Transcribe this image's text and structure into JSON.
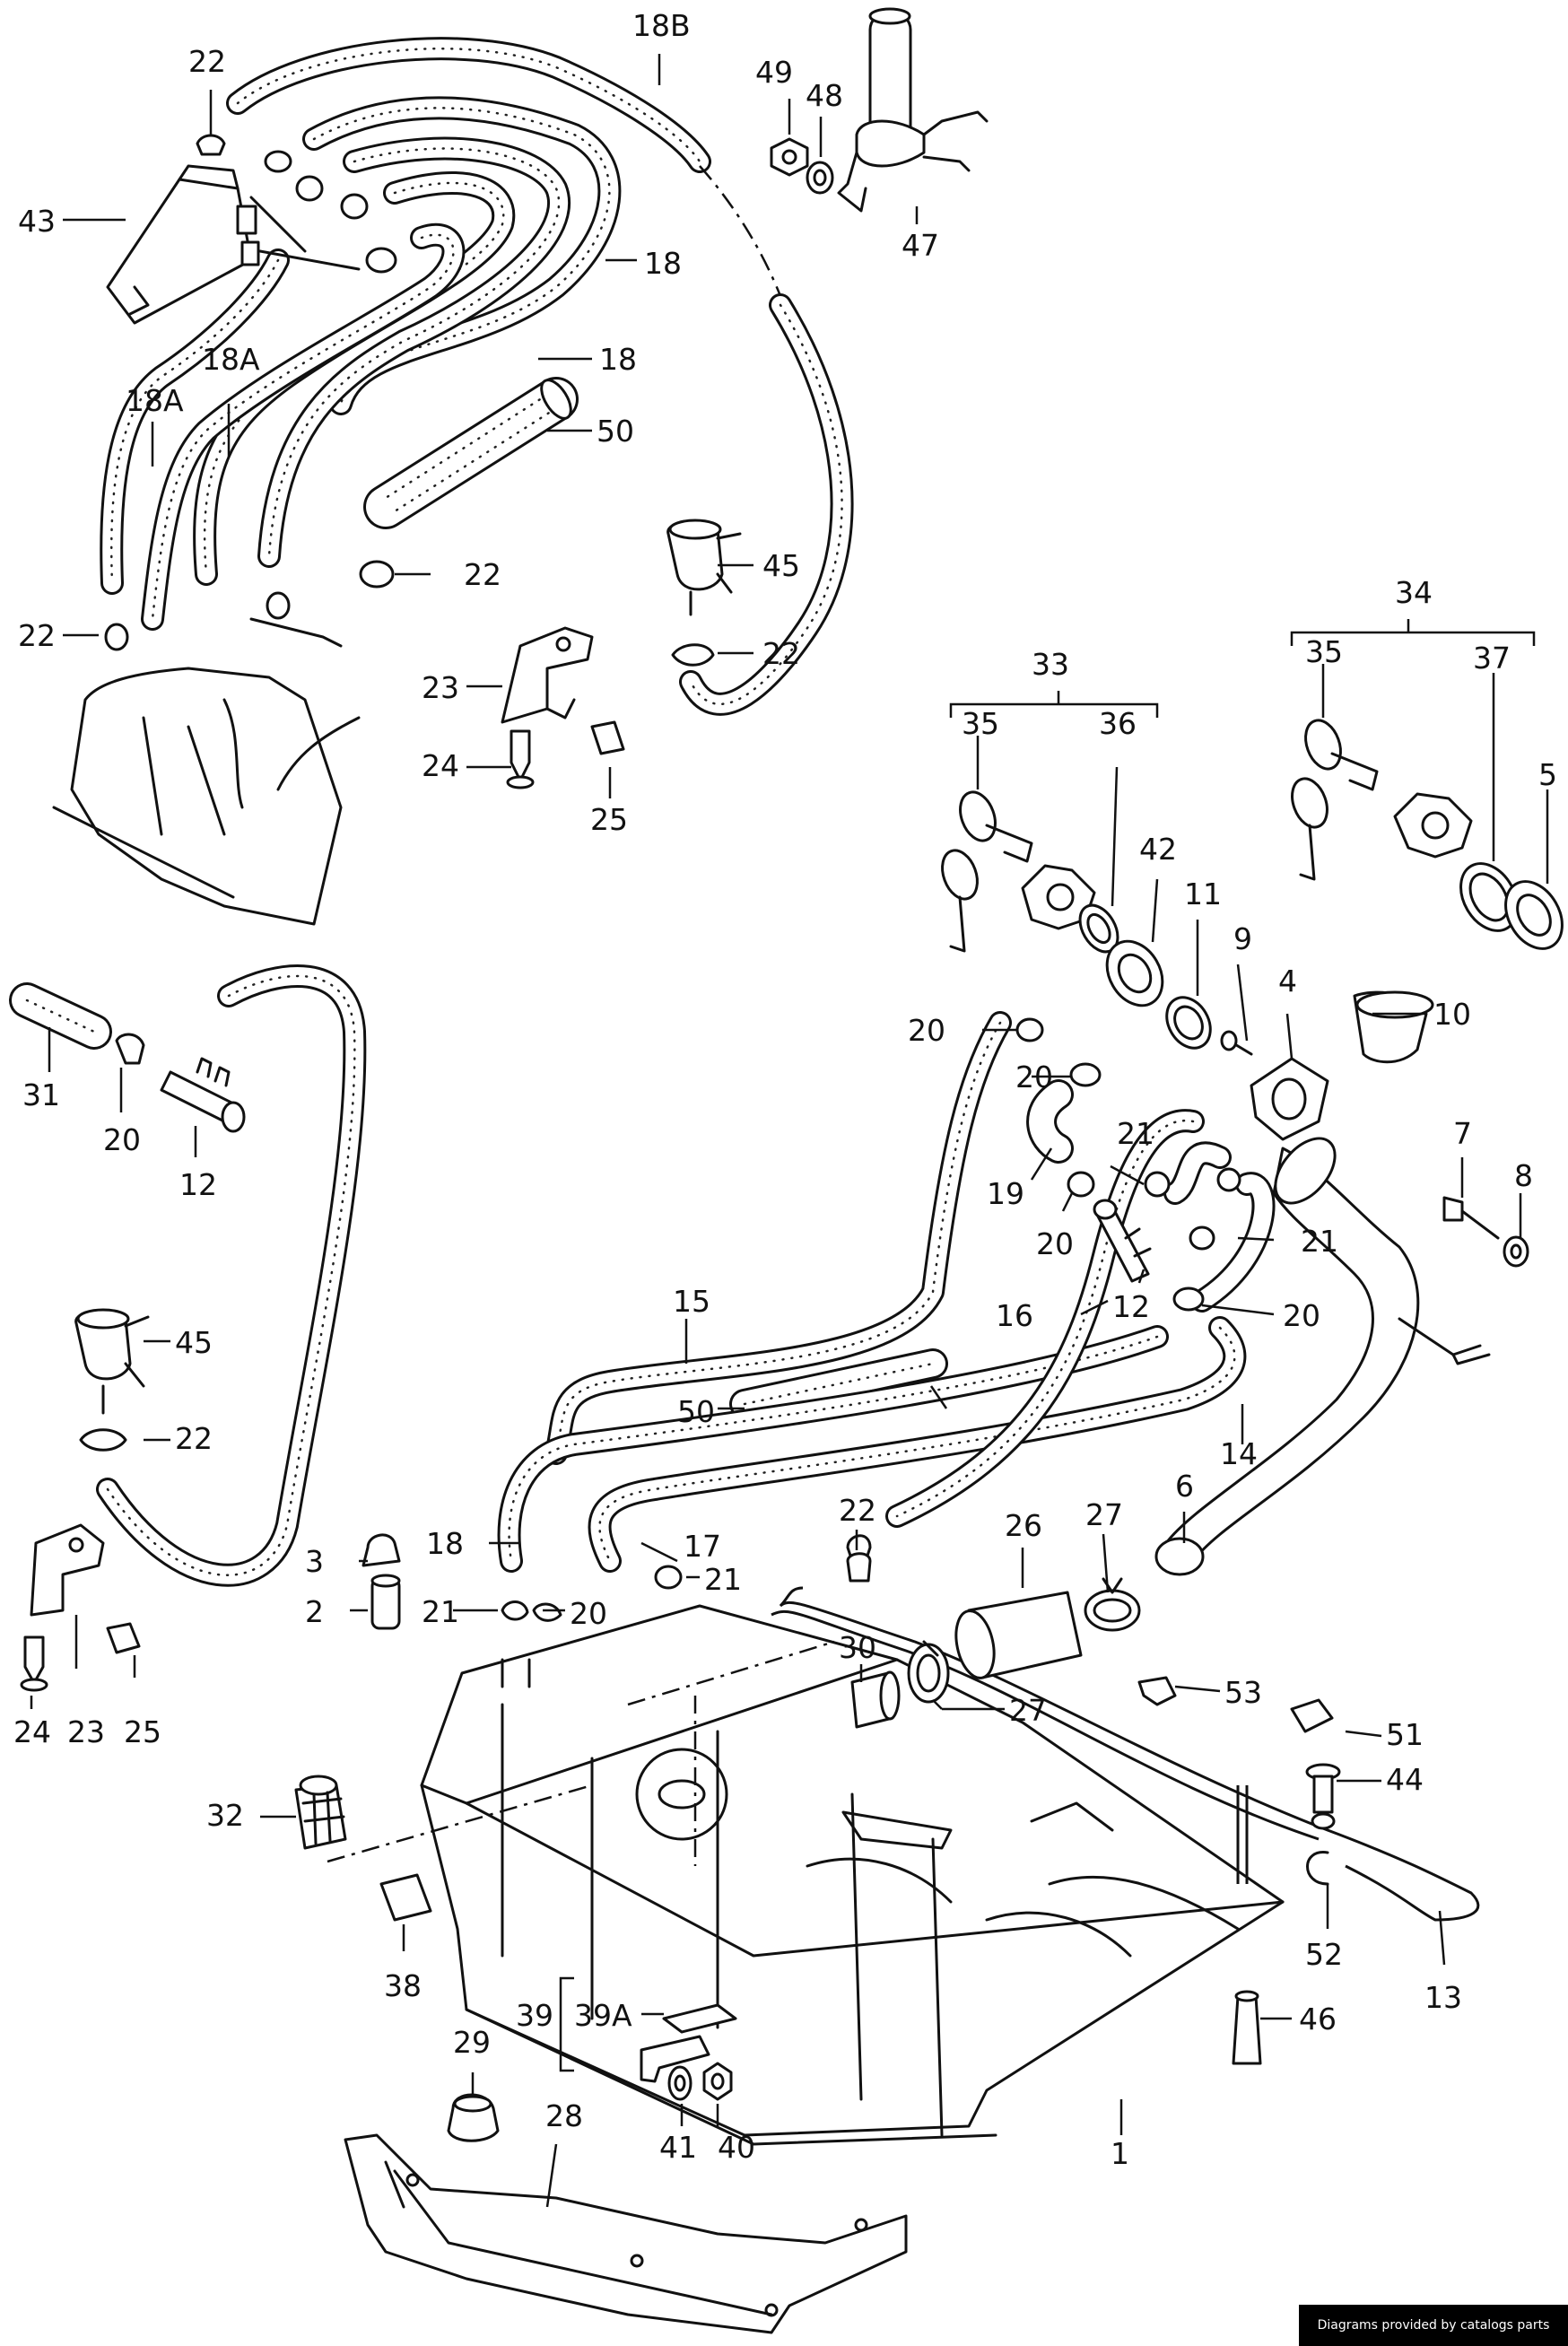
{
  "labels": {
    "l1": "1",
    "l2": "2",
    "l3": "3",
    "l4": "4",
    "l5": "5",
    "l6": "6",
    "l7": "7",
    "l8": "8",
    "l9": "9",
    "l10": "10",
    "l11": "11",
    "l12": "12",
    "l13": "13",
    "l14": "14",
    "l15": "15",
    "l16": "16",
    "l17": "17",
    "l18": "18",
    "l18A": "18A",
    "l18B": "18B",
    "l19": "19",
    "l20": "20",
    "l21": "21",
    "l22": "22",
    "l23": "23",
    "l24": "24",
    "l25": "25",
    "l26": "26",
    "l27": "27",
    "l28": "28",
    "l29": "29",
    "l30": "30",
    "l31": "31",
    "l32": "32",
    "l33": "33",
    "l34": "34",
    "l35": "35",
    "l36": "36",
    "l37": "37",
    "l38": "38",
    "l39": "39",
    "l39A": "39A",
    "l40": "40",
    "l41": "41",
    "l42": "42",
    "l43": "43",
    "l44": "44",
    "l45": "45",
    "l46": "46",
    "l47": "47",
    "l48": "48",
    "l49": "49",
    "l50": "50",
    "l51": "51",
    "l52": "52",
    "l53": "53"
  },
  "footer": {
    "credit": "Diagrams provided by catalogs parts"
  }
}
